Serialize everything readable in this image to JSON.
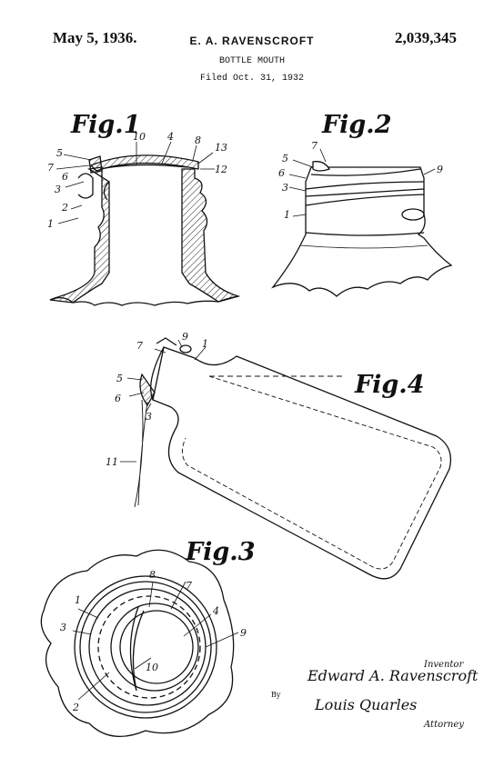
{
  "header": {
    "date": "May 5, 1936.",
    "inventor": "E. A. RAVENSCROFT",
    "patent_number": "2,039,345",
    "title": "BOTTLE MOUTH",
    "filed": "Filed Oct. 31, 1932"
  },
  "figures": {
    "fig1": "Fig.1",
    "fig2": "Fig.2",
    "fig3": "Fig.3",
    "fig4": "Fig.4"
  },
  "refs": {
    "n1": "1",
    "n2": "2",
    "n3": "3",
    "n4": "4",
    "n5": "5",
    "n6": "6",
    "n7": "7",
    "n8": "8",
    "n9": "9",
    "n10": "10",
    "n11": "11",
    "n12": "12",
    "n13": "13"
  },
  "signatures": {
    "inventor_caption": "Inventor",
    "inventor_name": "Edward A. Ravenscroft",
    "by": "By",
    "attorney_name": "Louis Quarles",
    "attorney_caption": "Attorney"
  }
}
